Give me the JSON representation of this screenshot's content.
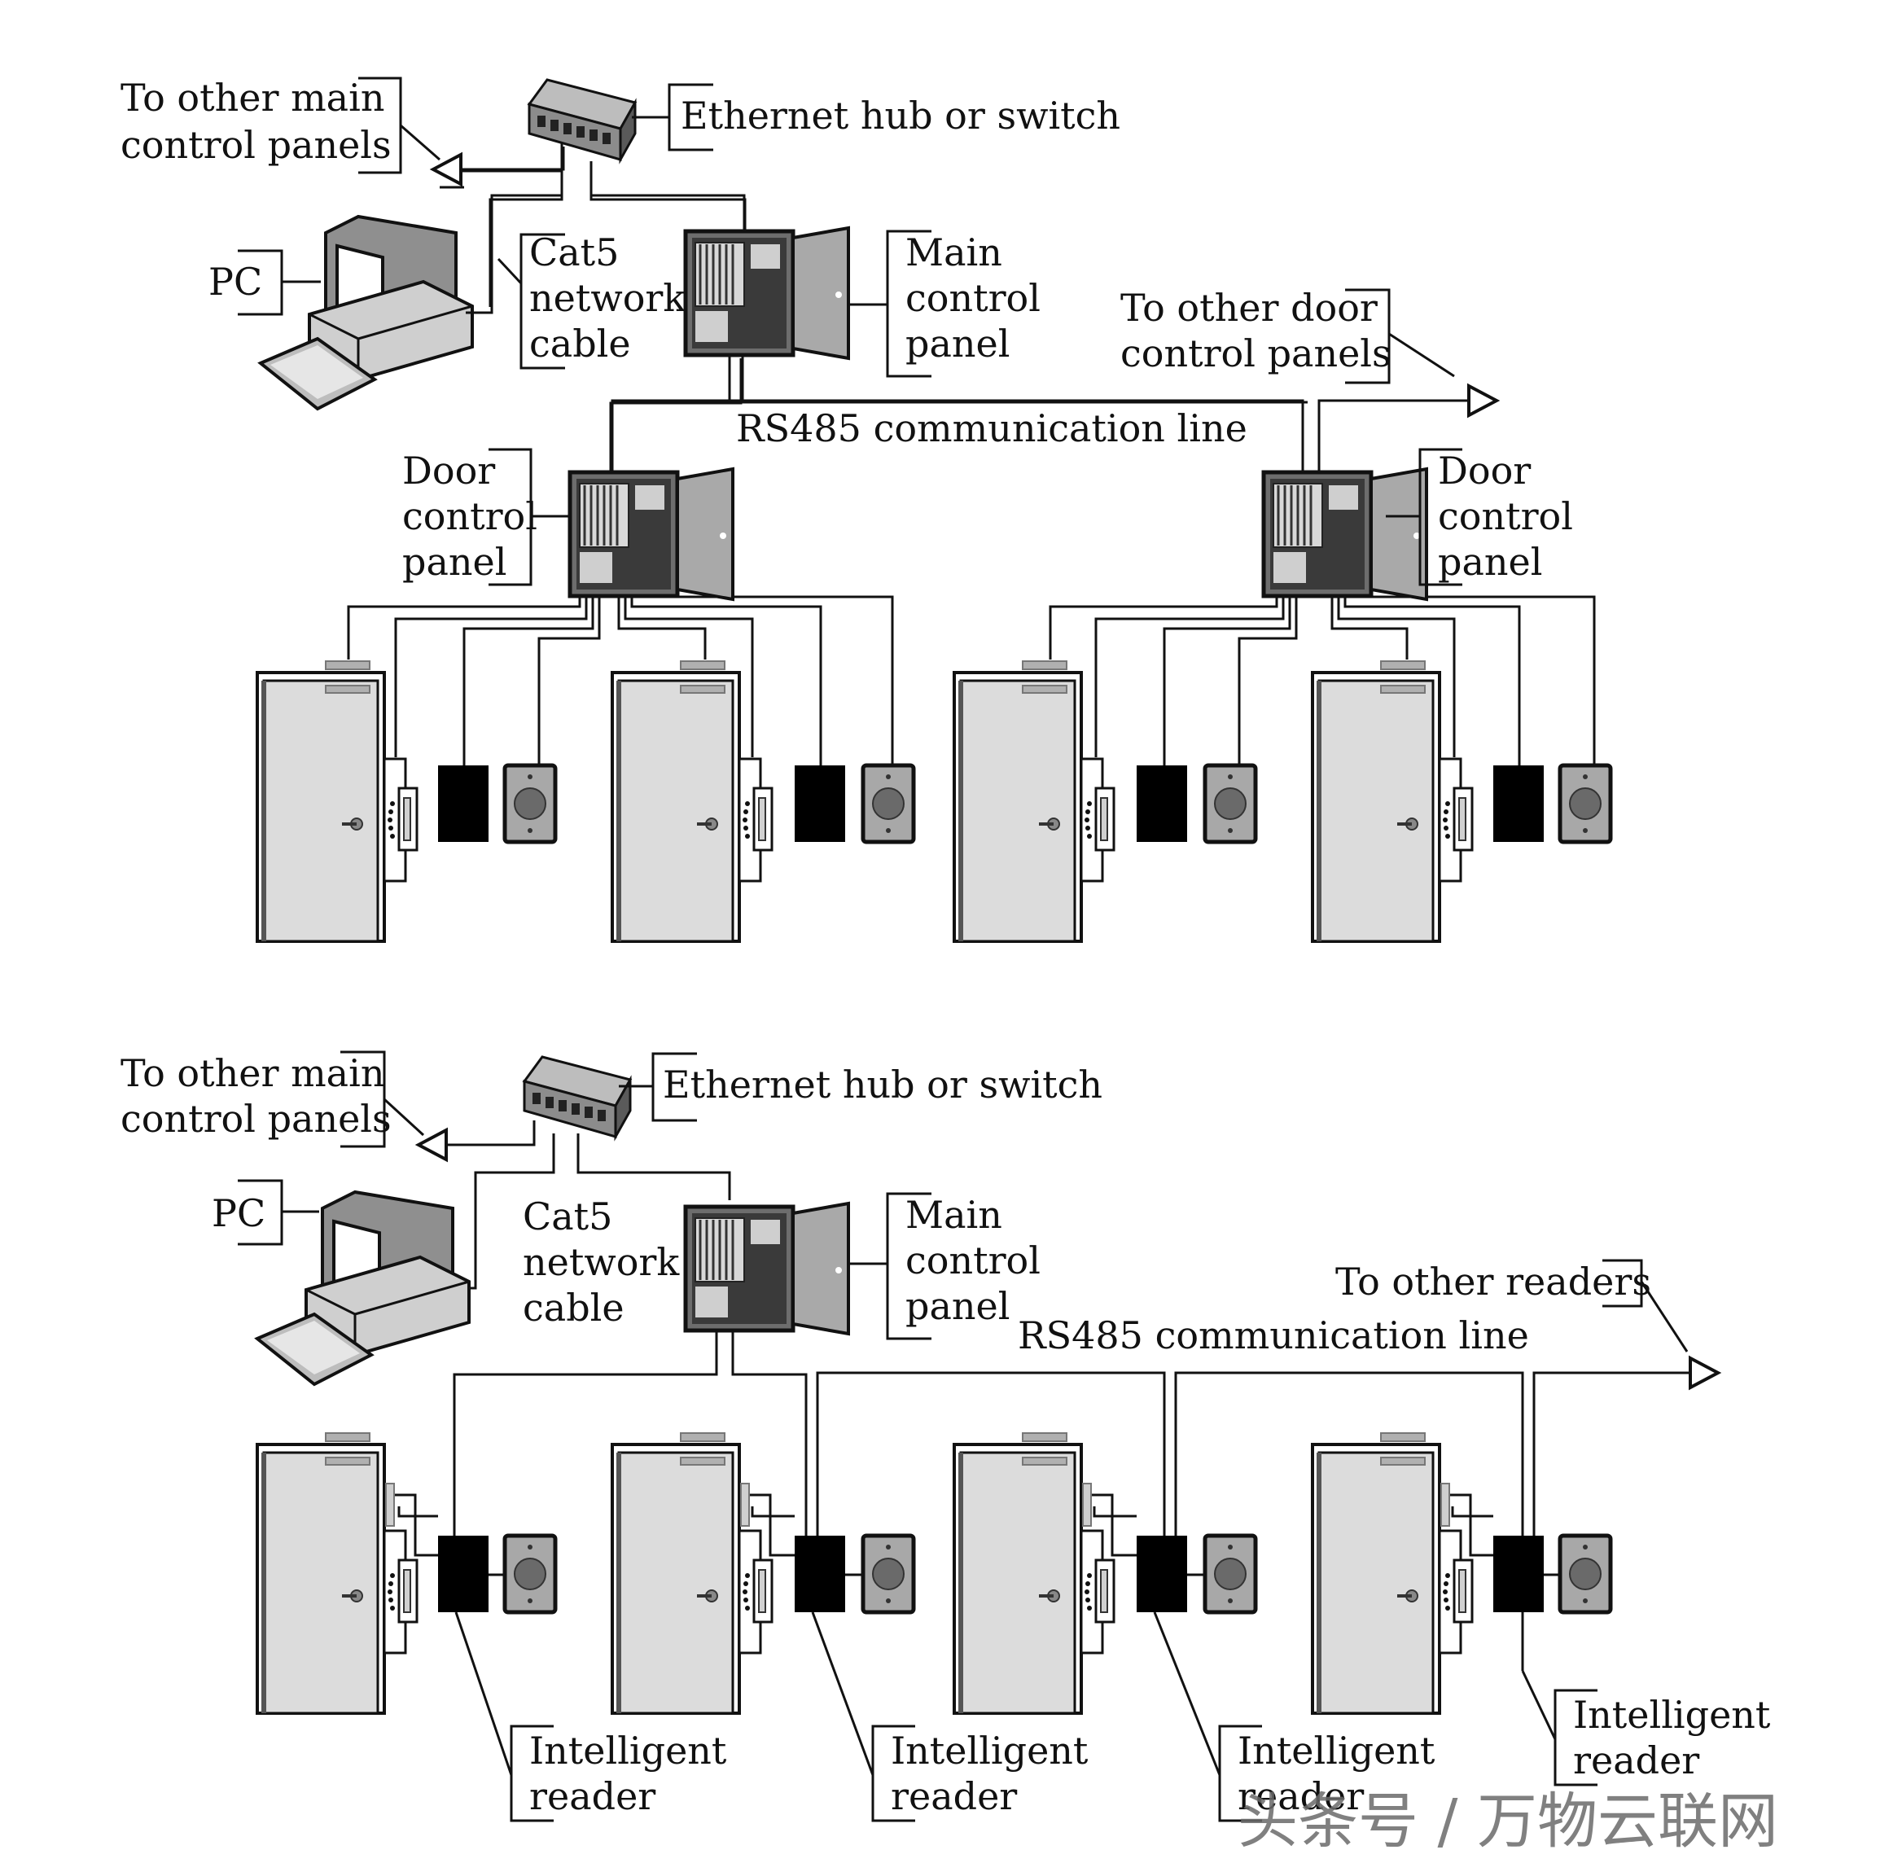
{
  "top": {
    "ethernet_hub_label": "Ethernet hub or switch",
    "to_other_main_line1": "To other main",
    "to_other_main_line2": "control panels",
    "pc_label": "PC",
    "cat5_line1": "Cat5",
    "cat5_line2": "network",
    "cat5_line3": "cable",
    "main_panel_line1": "Main",
    "main_panel_line2": "control",
    "main_panel_line3": "panel",
    "to_other_door_line1": "To other door",
    "to_other_door_line2": "control panels",
    "rs485_label": "RS485 communication line",
    "door_panel_left_line1": "Door",
    "door_panel_left_line2": "control",
    "door_panel_left_line3": "panel",
    "door_panel_right_line1": "Door",
    "door_panel_right_line2": "control",
    "door_panel_right_line3": "panel"
  },
  "bottom": {
    "ethernet_hub_label": "Ethernet hub or switch",
    "to_other_main_line1": "To other main",
    "to_other_main_line2": "control panels",
    "pc_label": "PC",
    "cat5_line1": "Cat5",
    "cat5_line2": "network",
    "cat5_line3": "cable",
    "main_panel_line1": "Main",
    "main_panel_line2": "control",
    "main_panel_line3": "panel",
    "to_other_readers": "To other readers",
    "rs485_label": "RS485 communication line",
    "readers": [
      {
        "line1": "Intelligent",
        "line2": "reader"
      },
      {
        "line1": "Intelligent",
        "line2": "reader"
      },
      {
        "line1": "Intelligent",
        "line2": "reader"
      },
      {
        "line1": "Intelligent",
        "line2": "reader"
      }
    ]
  },
  "watermark": "头条号 / 万物云联网",
  "colors": {
    "line": "#111111",
    "door_fill": "#dcdcdc",
    "reader_fill": "#000000",
    "button_fill": "#a8a8a8",
    "panel_fill": "#9a9a9a"
  }
}
